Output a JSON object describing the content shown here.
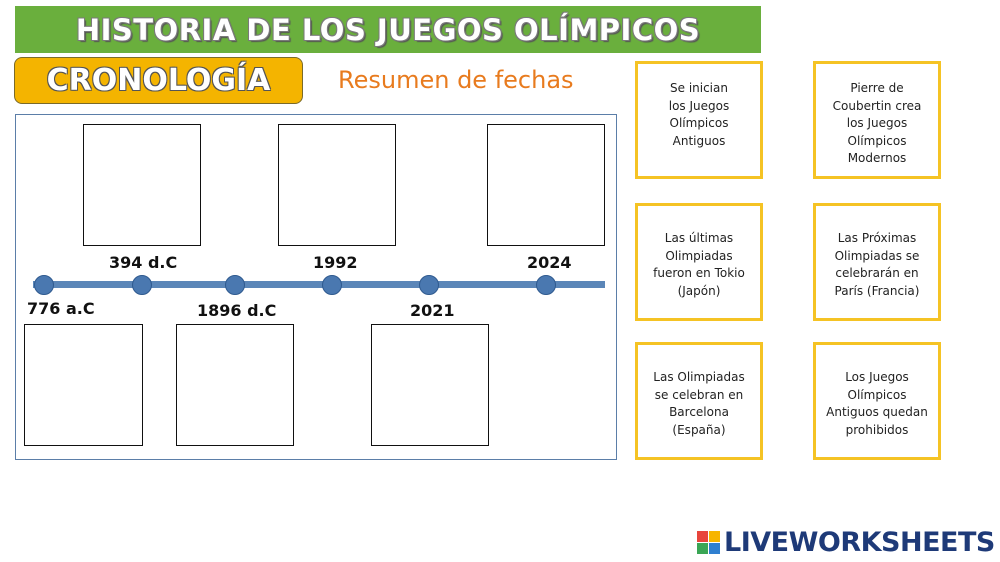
{
  "header": {
    "title": "HISTORIA DE LOS JUEGOS OLÍMPICOS",
    "section_label": "CRONOLOGÍA",
    "subtitle": "Resumen de fechas"
  },
  "timeline": {
    "years": {
      "y776": "776 a.C",
      "y394": "394 d.C",
      "y1896": "1896 d.C",
      "y1992": "1992",
      "y2021": "2021",
      "y2024": "2024"
    }
  },
  "cards": [
    "Se inician los Juegos Olímpicos Antiguos",
    "Pierre de Coubertin crea los Juegos Olímpicos Modernos",
    "Las últimas Olimpiadas fueron en Tokio (Japón)",
    "Las Próximas Olimpiadas se celebrarán en París (Francia)",
    "Las Olimpiadas se celebran en Barcelona (España)",
    "Los Juegos Olímpicos Antiguos quedan prohibidos"
  ],
  "brand": {
    "name": "LIVEWORKSHEETS",
    "colors": {
      "title_green": "#6aaf3d",
      "section_yellow": "#f4b400",
      "subtitle_orange": "#e87b1e",
      "card_border": "#f5c324",
      "timeline_blue": "#5b86b8",
      "brand_navy": "#1e3a78"
    }
  }
}
